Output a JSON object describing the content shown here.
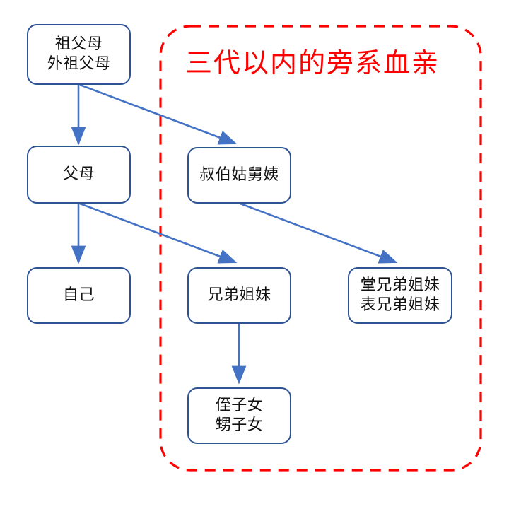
{
  "diagram": {
    "type": "kinship-hierarchy",
    "title_group": {
      "label": "三代以内的旁系血亲",
      "color": "#FF0000",
      "border_style": "dashed",
      "shape": "rounded-rectangle"
    },
    "nodes": [
      {
        "id": "grandparents",
        "line1": "祖父母",
        "line2": "外祖父母",
        "generation": 1,
        "in_group": false
      },
      {
        "id": "parents",
        "line1": "父母",
        "line2": "",
        "generation": 2,
        "in_group": false
      },
      {
        "id": "uncles-aunts",
        "line1": "叔伯姑舅姨",
        "line2": "",
        "generation": 2,
        "in_group": true
      },
      {
        "id": "self",
        "line1": "自己",
        "line2": "",
        "generation": 3,
        "in_group": false
      },
      {
        "id": "siblings",
        "line1": "兄弟姐妹",
        "line2": "",
        "generation": 3,
        "in_group": true
      },
      {
        "id": "cousins",
        "line1": "堂兄弟姐妹",
        "line2": "表兄弟姐妹",
        "generation": 3,
        "in_group": true
      },
      {
        "id": "nephews-nieces",
        "line1": "侄子女",
        "line2": "甥子女",
        "generation": 4,
        "in_group": true
      }
    ],
    "edges": [
      {
        "from": "grandparents",
        "to": "parents"
      },
      {
        "from": "grandparents",
        "to": "uncles-aunts"
      },
      {
        "from": "parents",
        "to": "self"
      },
      {
        "from": "parents",
        "to": "siblings"
      },
      {
        "from": "uncles-aunts",
        "to": "cousins"
      },
      {
        "from": "siblings",
        "to": "nephews-nieces"
      }
    ],
    "colors": {
      "node_border": "#2E5395",
      "node_fill": "#FFFFFF",
      "edge": "#4472C4",
      "group_border": "#FF0000",
      "group_label": "#FF0000",
      "text": "#111111"
    }
  }
}
